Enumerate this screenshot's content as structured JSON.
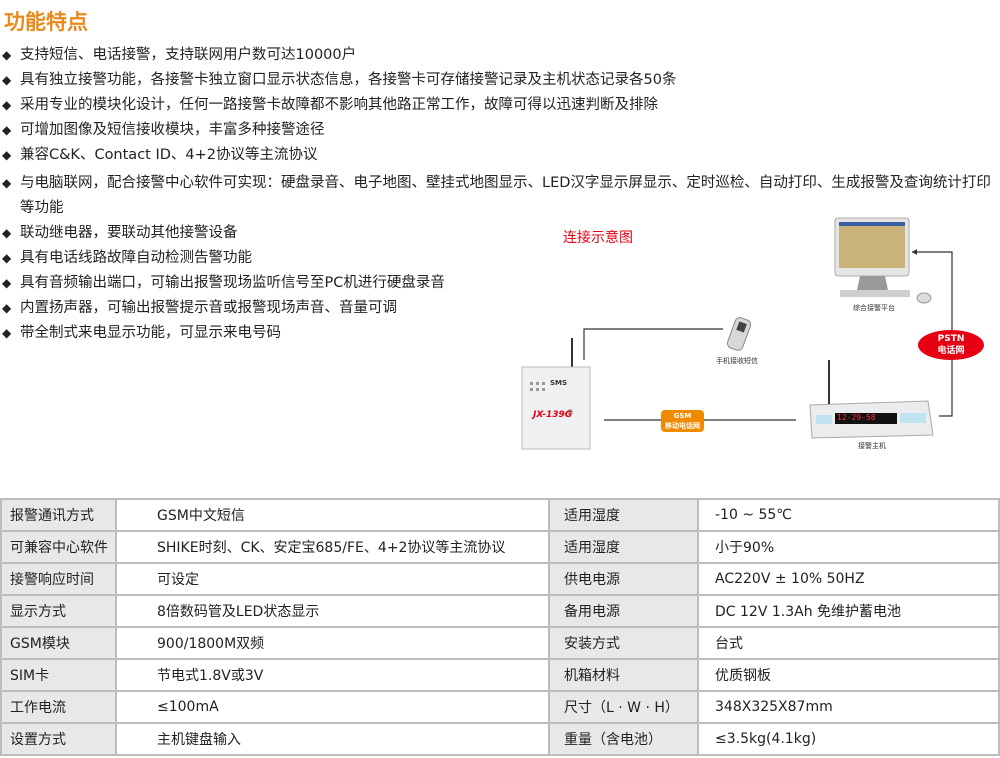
{
  "title": "功能特点",
  "features": [
    "支持短信、电话接警，支持联网用户数可达10000户",
    "具有独立接警功能，各接警卡独立窗口显示状态信息，各接警卡可存储接警记录及主机状态记录各50条",
    "采用专业的模块化设计，任何一路接警卡故障都不影响其他路正常工作，故障可得以迅速判断及排除",
    "可增加图像及短信接收模块，丰富多种接警途径",
    "兼容C&K、Contact ID、4+2协议等主流协议",
    "与电脑联网，配合接警中心软件可实现：硬盘录音、电子地图、壁挂式地图显示、LED汉字显示屏显示、定时巡检、自动打印、生成报警及查询统计打印等功能",
    "联动继电器，要联动其他接警设备",
    "具有电话线路故障自动检测告警功能",
    "具有音频输出端口，可输出报警现场监听信号至PC机进行硬盘录音",
    "内置扬声器，可输出报警提示音或报警现场声音、音量可调",
    "带全制式来电显示功能，可显示来电号码"
  ],
  "diagram": {
    "title": "连接示意图",
    "platform_label": "综合接警平台",
    "phone_label": "手机接收短信",
    "host_label": "接警主机",
    "device_sms": "SMS",
    "device_model": "JX-139G",
    "host_display": "12-29-58",
    "gsm_line1": "GSM",
    "gsm_line2": "移动电话网",
    "pstn_line1": "PSTN",
    "pstn_line2": "电话网"
  },
  "specs": [
    [
      "报警通讯方式",
      "GSM中文短信",
      "适用湿度",
      "-10 ~ 55℃"
    ],
    [
      "可兼容中心软件",
      "SHIKE时刻、CK、安定宝685/FE、4+2协议等主流协议",
      "适用湿度",
      "小于90%"
    ],
    [
      "接警响应时间",
      "可设定",
      "供电电源",
      "AC220V ± 10% 50HZ"
    ],
    [
      "显示方式",
      "8倍数码管及LED状态显示",
      "备用电源",
      "DC 12V 1.3Ah 免维护蓄电池"
    ],
    [
      "GSM模块",
      "900/1800M双频",
      "安装方式",
      "台式"
    ],
    [
      "SIM卡",
      "节电式1.8V或3V",
      "机箱材料",
      "优质钢板"
    ],
    [
      "工作电流",
      "≤100mA",
      "尺寸（L · W · H）",
      "348X325X87mm"
    ],
    [
      "设置方式",
      "主机键盘输入",
      "重量（含电池）",
      "≤3.5kg(4.1kg)"
    ]
  ]
}
